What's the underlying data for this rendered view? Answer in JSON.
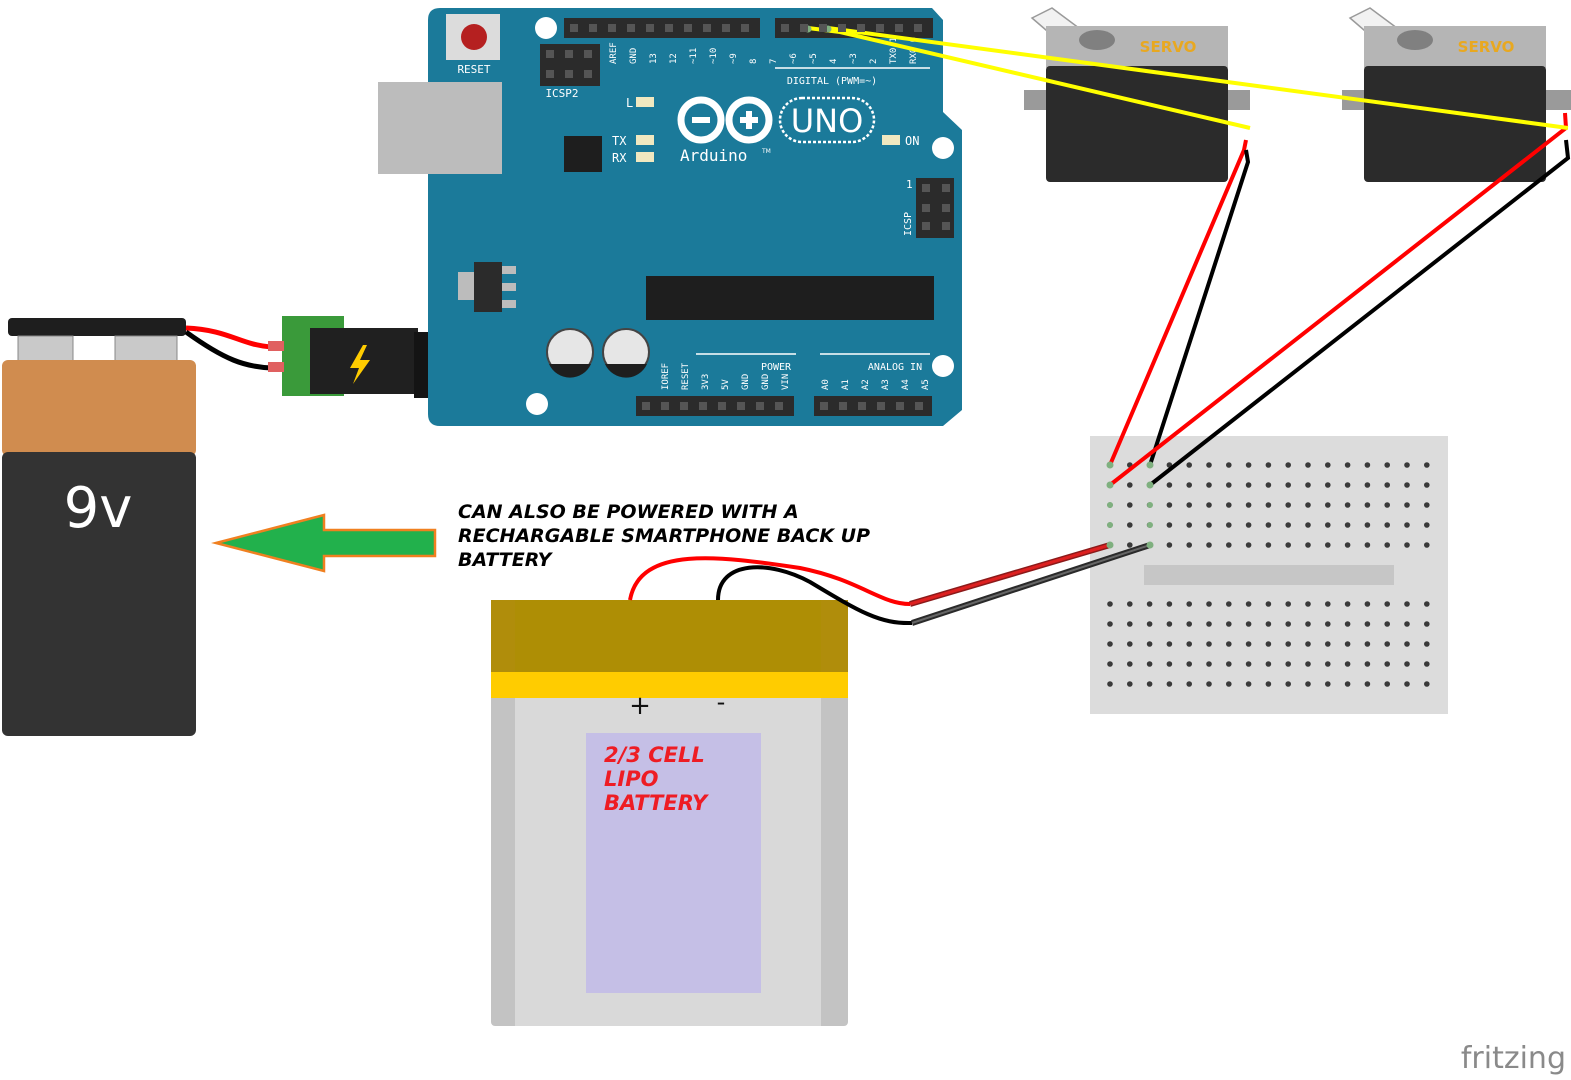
{
  "arduino": {
    "logo_text": "UNO",
    "brand": "Arduino",
    "trademark": "TM",
    "reset_label": "RESET",
    "icsp2_label": "ICSP2",
    "icsp_label": "ICSP",
    "icsp_pin1": "1",
    "digital_label": "DIGITAL (PWM=~)",
    "power_label": "POWER",
    "analog_label": "ANALOG IN",
    "on_label": "ON",
    "led_l": "L",
    "led_tx": "TX",
    "led_rx": "RX",
    "digital_pins": [
      "AREF",
      "GND",
      "13",
      "12",
      "~11",
      "~10",
      "~9",
      "8",
      "7",
      "~6",
      "~5",
      "4",
      "~3",
      "2",
      "TX0 1",
      "RX0 0"
    ],
    "power_pins": [
      "IOREF",
      "RESET",
      "3V3",
      "5V",
      "GND",
      "GND",
      "VIN"
    ],
    "analog_pins": [
      "A0",
      "A1",
      "A2",
      "A3",
      "A4",
      "A5"
    ]
  },
  "servos": [
    {
      "label": "SERVO"
    },
    {
      "label": "SERVO"
    }
  ],
  "battery_9v": {
    "label": "9v"
  },
  "note": {
    "line1": "CAN ALSO BE POWERED WITH A",
    "line2": "RECHARGABLE SMARTPHONE BACK UP",
    "line3": "BATTERY"
  },
  "lipo": {
    "plus": "+",
    "minus": "-",
    "line1": "2/3 CELL",
    "line2": "LIPO",
    "line3": "BATTERY"
  },
  "watermark": "fritzing",
  "colors": {
    "board": "#1b7a9a",
    "wire_signal": "#ffff00",
    "wire_power": "#ff0000",
    "wire_ground": "#000000",
    "arrow": "#22b14c",
    "arrow_outline": "#f08020",
    "lipo_label_bg": "#c5bfe6",
    "lipo_text": "#ee1c24"
  }
}
